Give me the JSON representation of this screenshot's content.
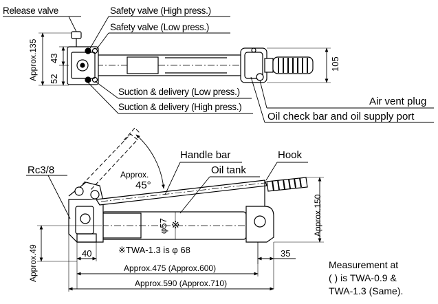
{
  "top_view": {
    "callouts": {
      "release_valve": "Release valve",
      "safety_high": "Safety valve (High press.)",
      "safety_low": "Safety valve (Low press.)",
      "suction_low": "Suction & delivery (Low press.)",
      "suction_high": "Suction & delivery (High press.)",
      "air_vent": "Air vent plug",
      "oil_check": "Oil check bar and oil supply port"
    },
    "dimensions": {
      "overall_height": "Approx.135",
      "dim_43": "43",
      "dim_52": "52",
      "dim_105": "105"
    }
  },
  "side_view": {
    "callouts": {
      "rc": "Rc3/8",
      "angle_prefix": "Approx.",
      "angle": "45°",
      "handle_bar": "Handle bar",
      "oil_tank": "Oil tank",
      "hook": "Hook"
    },
    "symbols": {
      "diameter_57": "φ57",
      "mark": "※"
    },
    "note_twa": "※TWA-1.3 is φ 68",
    "dimensions": {
      "height_150": "Approx.150",
      "height_49": "Approx.49",
      "dim_40": "40",
      "dim_35": "35",
      "length_475": "Approx.475 (Approx.600)",
      "length_590": "Approx.590 (Approx.710)"
    }
  },
  "footnote": {
    "line1": "Measurement at",
    "line2": "( ) is TWA-0.9 &",
    "line3": "TWA-1.3 (Same)."
  }
}
